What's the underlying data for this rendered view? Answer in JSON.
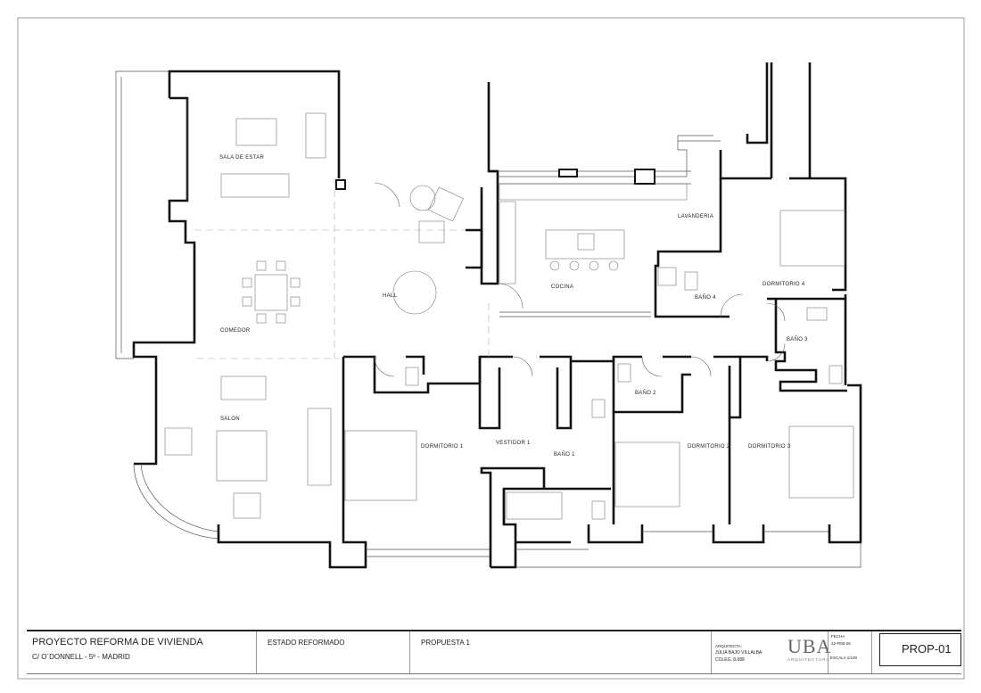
{
  "rooms": {
    "sala_de_estar": "SALA DE ESTAR",
    "comedor": "COMEDOR",
    "salon": "SALON",
    "hall": "HALL",
    "cocina": "COCINA",
    "lavanderia": "LAVANDERIA",
    "bano4": "BAÑO 4",
    "dormitorio4": "DORMITORIO 4",
    "bano3": "BAÑO 3",
    "dormitorio1": "DORMITORIO 1",
    "vestidor1": "VESTIDOR 1",
    "bano1": "BAÑO 1",
    "bano2": "BAÑO 2",
    "dormitorio2": "DORMITORIO 2",
    "dormitorio3": "DORMITORIO 3"
  },
  "title_block": {
    "project_title": "PROYECTO REFORMA DE VIVIENDA",
    "address": "C/ O´DONNELL - 5º -   MADRID",
    "state": "ESTADO REFORMADO",
    "proposal": "PROPUESTA 1",
    "architect_label": "ARQUITECTA:",
    "architect_name": "JULIA BAJO VILLALBA",
    "colegiado": "COLEG. 8.688",
    "logo_text": "UBA",
    "logo_subtitle": "ARQUITECTURA",
    "fecha_label": "FECHA",
    "fecha_value": "22-FEB-26",
    "escala": "ESCALA 1/100",
    "sheet_code": "PROP-01"
  }
}
